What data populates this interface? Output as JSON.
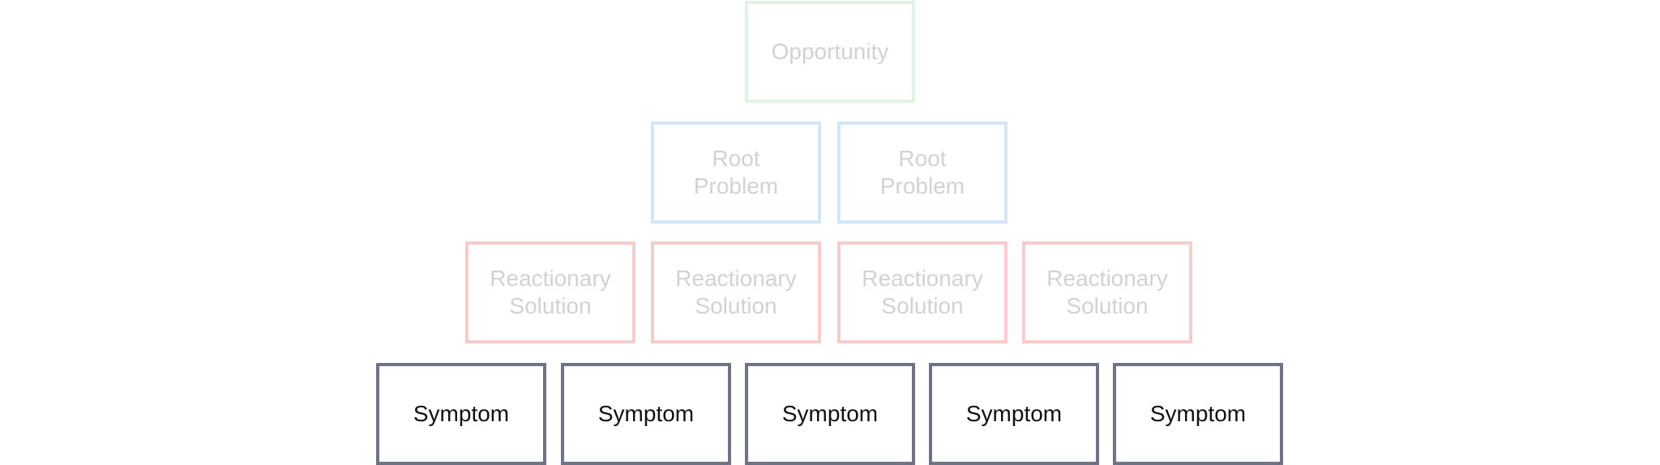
{
  "diagram": {
    "opportunity": {
      "label": "Opportunity"
    },
    "root_problems": [
      {
        "label": "Root\nProblem"
      },
      {
        "label": "Root\nProblem"
      }
    ],
    "reactionary_solutions": [
      {
        "label": "Reactionary\nSolution"
      },
      {
        "label": "Reactionary\nSolution"
      },
      {
        "label": "Reactionary\nSolution"
      },
      {
        "label": "Reactionary\nSolution"
      }
    ],
    "symptoms": [
      {
        "label": "Symptom"
      },
      {
        "label": "Symptom"
      },
      {
        "label": "Symptom"
      },
      {
        "label": "Symptom"
      },
      {
        "label": "Symptom"
      }
    ]
  },
  "colors": {
    "opportunity_border": "#e3f3e3",
    "root_problem_border": "#d3e6f3",
    "reactionary_solution_border": "#f7cccc",
    "symptom_border": "#6e7486",
    "faded_text": "#d2d2d2",
    "active_text": "#111111"
  }
}
